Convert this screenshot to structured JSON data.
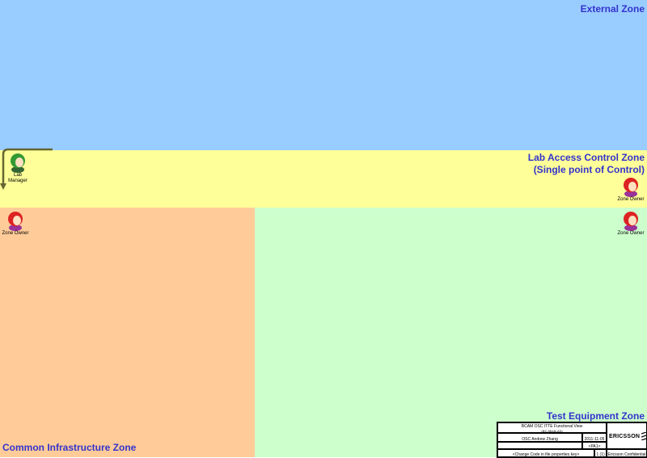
{
  "zones": {
    "external": "External Zone",
    "lab_access_line1": "Lab Access Control Zone",
    "lab_access_line2": "(Single point of Control)",
    "test_equipment": "Test Equipment Zone",
    "common_infrastructure": "Common Infrastructure Zone"
  },
  "people": {
    "lab_manager_line1": "Lab",
    "lab_manager_line2": "Manager",
    "zone_owner": "Zone Owner"
  },
  "title_block": {
    "title_line1": "BCAM OSC ITTE  Functional View",
    "title_line2": "<BC-Mode-A3>",
    "author": "OSC Andrew Zhang",
    "date": "2011-11-05",
    "rev": "<PA1>",
    "doc": "<Change Code in file properties key>",
    "page": "1 (1)",
    "company": "ERICSSON",
    "classification": "Ericsson Confidential"
  },
  "colors": {
    "external": "#99ccff",
    "lab_access": "#ffff99",
    "common": "#ffcc99",
    "test": "#ccffcc",
    "title_text": "#3333cc"
  }
}
